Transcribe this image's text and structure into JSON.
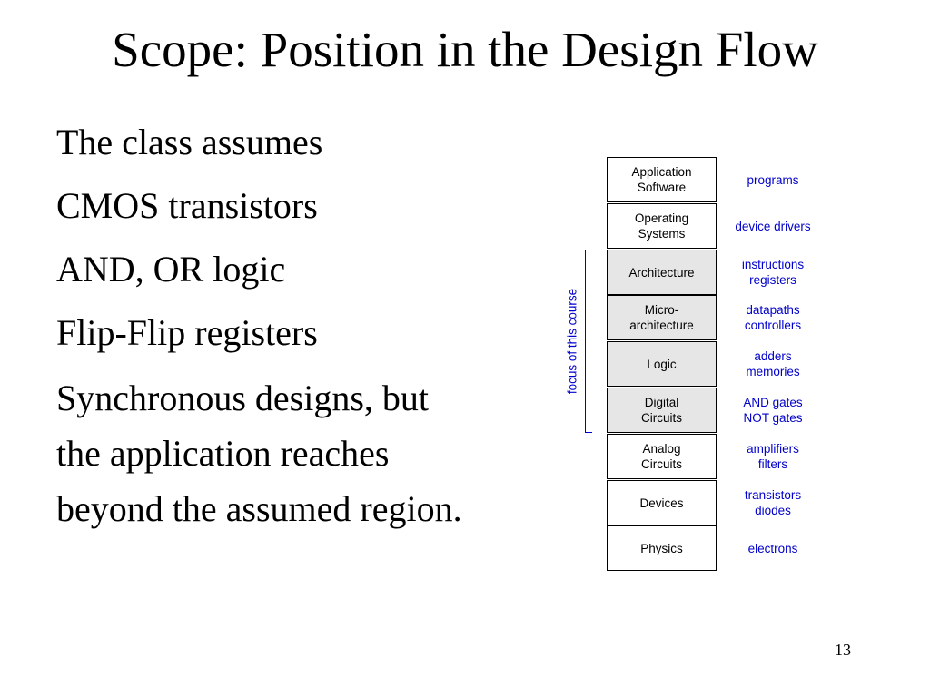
{
  "slide": {
    "title": "Scope: Position in the Design Flow",
    "page_number": "13"
  },
  "bullets": [
    "The class assumes",
    "CMOS transistors",
    "AND, OR logic",
    "Flip-Flip registers",
    "Synchronous designs, but the application reaches beyond the assumed region."
  ],
  "diagram": {
    "focus_label": "focus of this course",
    "colors": {
      "box_border": "#000000",
      "focus_fill": "#e6e6e6",
      "accent": "#0000cc"
    },
    "layers": [
      {
        "name": "Application\nSoftware",
        "example": "programs",
        "focus": false
      },
      {
        "name": "Operating\nSystems",
        "example": "device drivers",
        "focus": false
      },
      {
        "name": "Architecture",
        "example": "instructions\nregisters",
        "focus": true
      },
      {
        "name": "Micro-\narchitecture",
        "example": "datapaths\ncontrollers",
        "focus": true
      },
      {
        "name": "Logic",
        "example": "adders\nmemories",
        "focus": true
      },
      {
        "name": "Digital\nCircuits",
        "example": "AND gates\nNOT gates",
        "focus": true
      },
      {
        "name": "Analog\nCircuits",
        "example": "amplifiers\nfilters",
        "focus": false
      },
      {
        "name": "Devices",
        "example": "transistors\ndiodes",
        "focus": false
      },
      {
        "name": "Physics",
        "example": "electrons",
        "focus": false
      }
    ]
  }
}
